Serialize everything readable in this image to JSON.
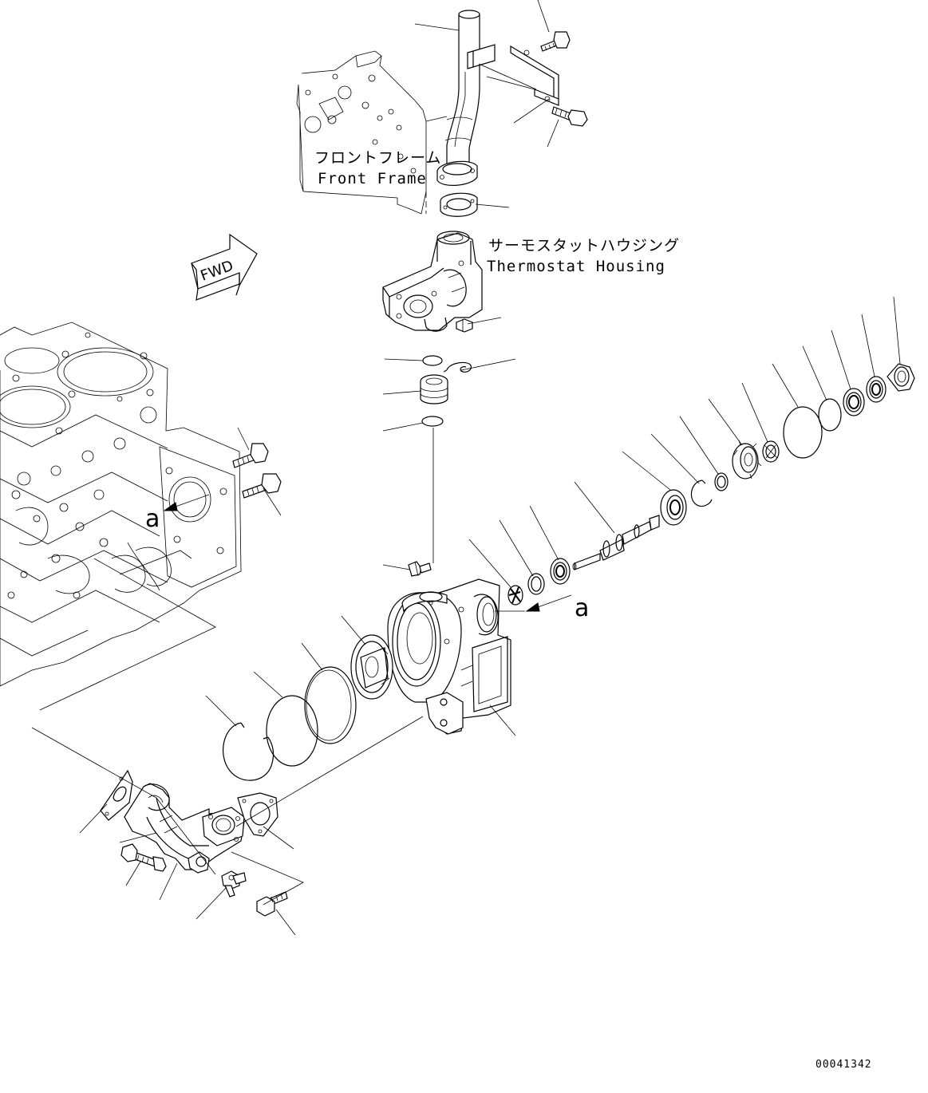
{
  "labels": {
    "front_frame_jp": "フロントフレーム",
    "front_frame_en": "Front Frame",
    "thermostat_housing_jp": "サーモスタットハウジング",
    "thermostat_housing_en": "Thermostat Housing",
    "fwd": "FWD",
    "view_a_upper": "a",
    "view_a_right": "a",
    "drawing_number": "00041342"
  }
}
